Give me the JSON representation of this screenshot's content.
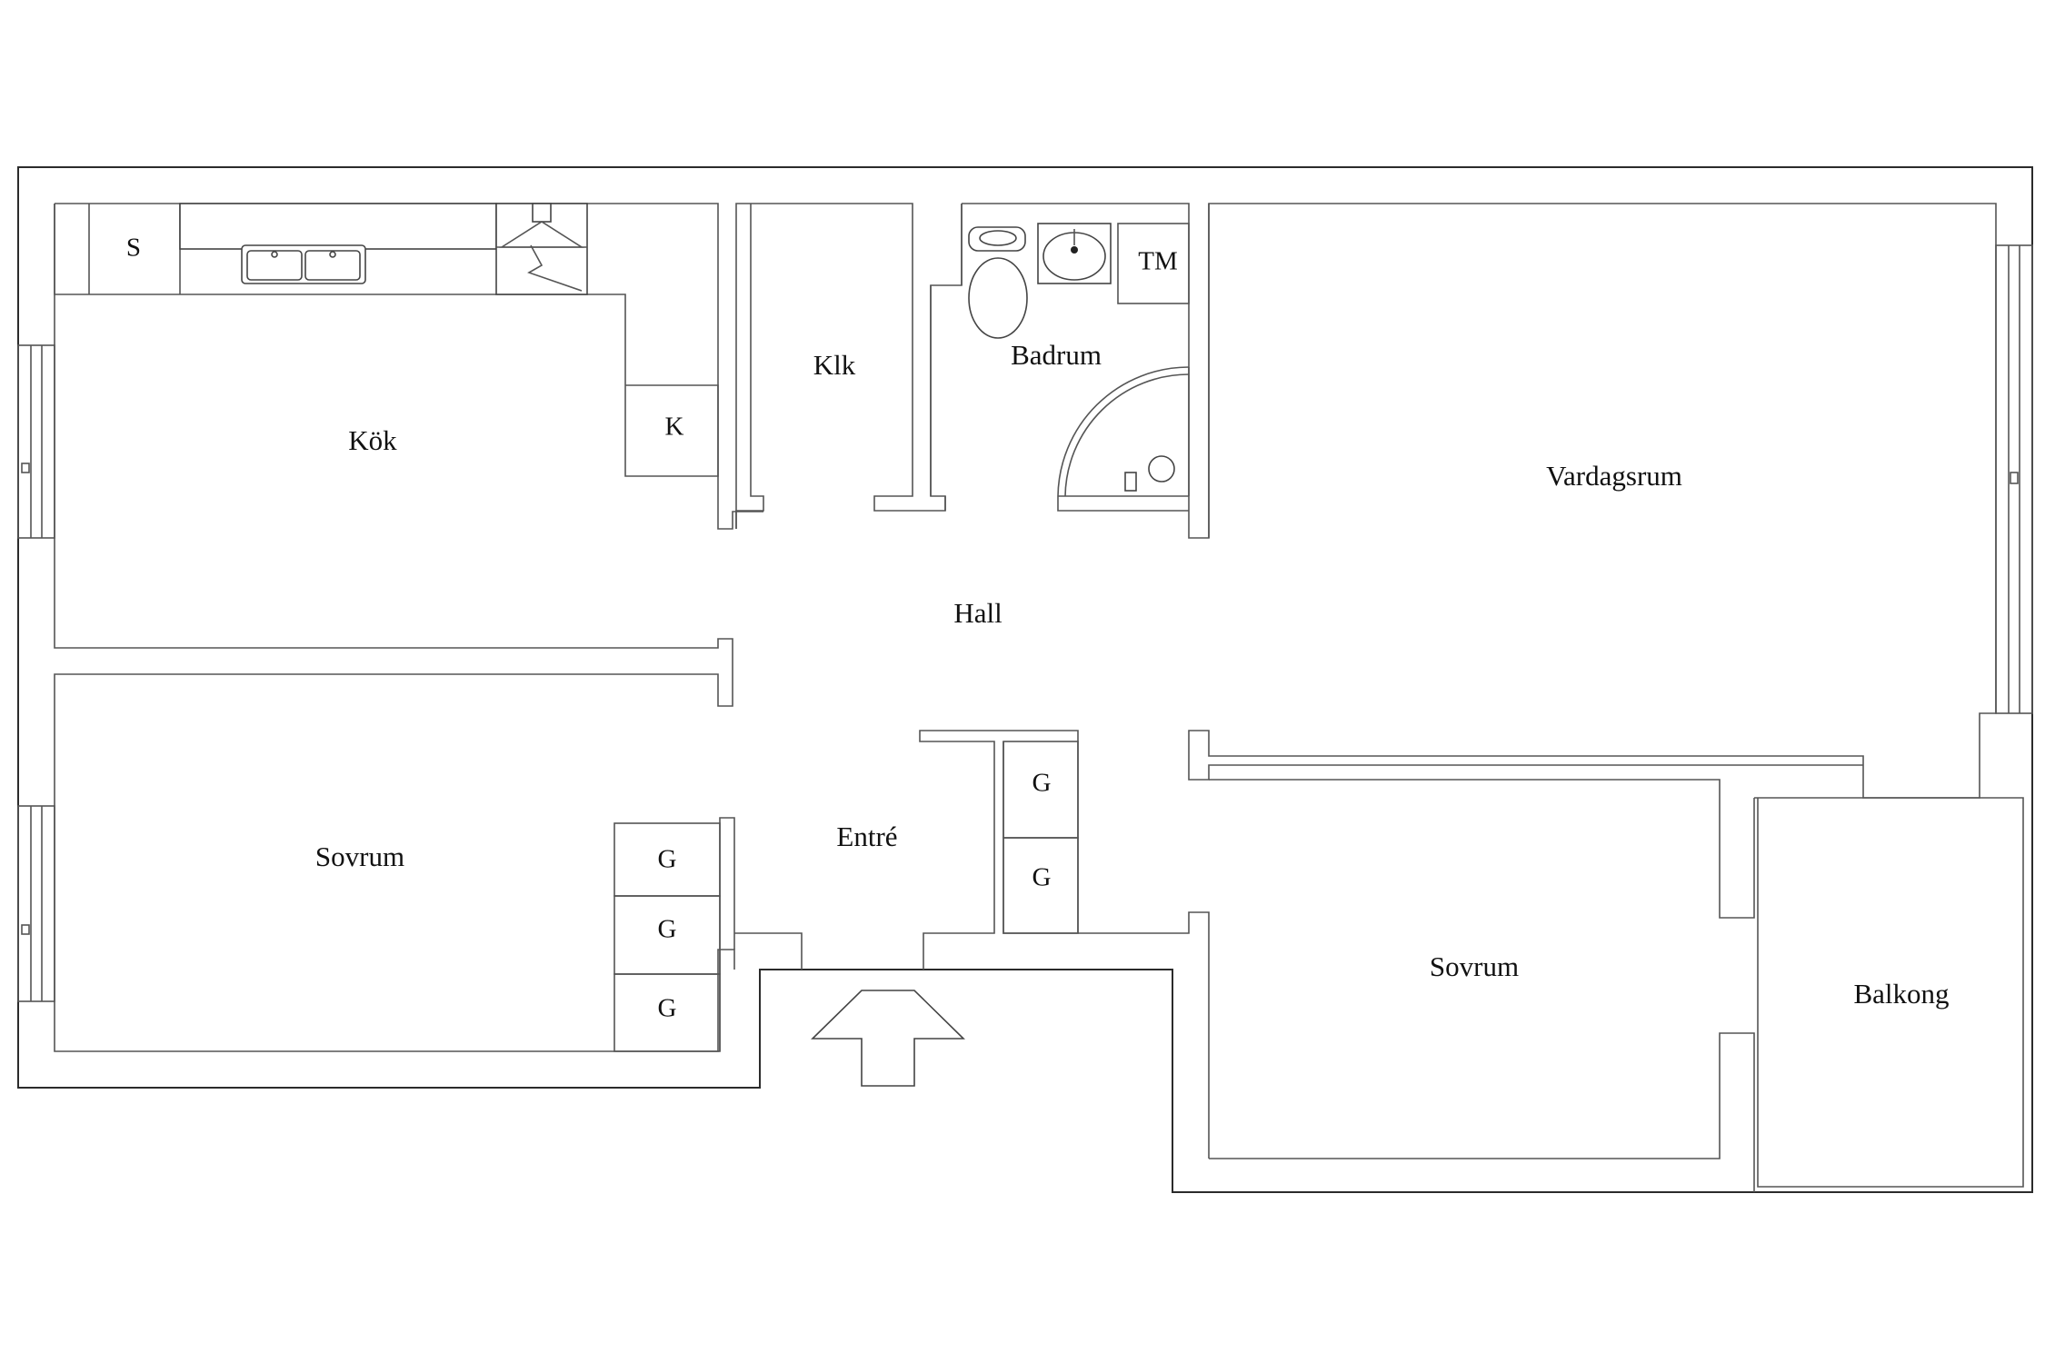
{
  "rooms": {
    "kitchen": "Kök",
    "closet": "Klk",
    "bathroom": "Badrum",
    "living_room": "Vardagsrum",
    "hall": "Hall",
    "entrance": "Entré",
    "bedroom_left": "Sovrum",
    "bedroom_right": "Sovrum",
    "balcony": "Balkong"
  },
  "fixtures": {
    "stove": "S",
    "fridge": "K",
    "washer": "TM",
    "wardrobe_1": "G",
    "wardrobe_2": "G",
    "wardrobe_3": "G",
    "wardrobe_4": "G",
    "wardrobe_5": "G"
  },
  "entrance_arrow": "arrow-up-icon"
}
